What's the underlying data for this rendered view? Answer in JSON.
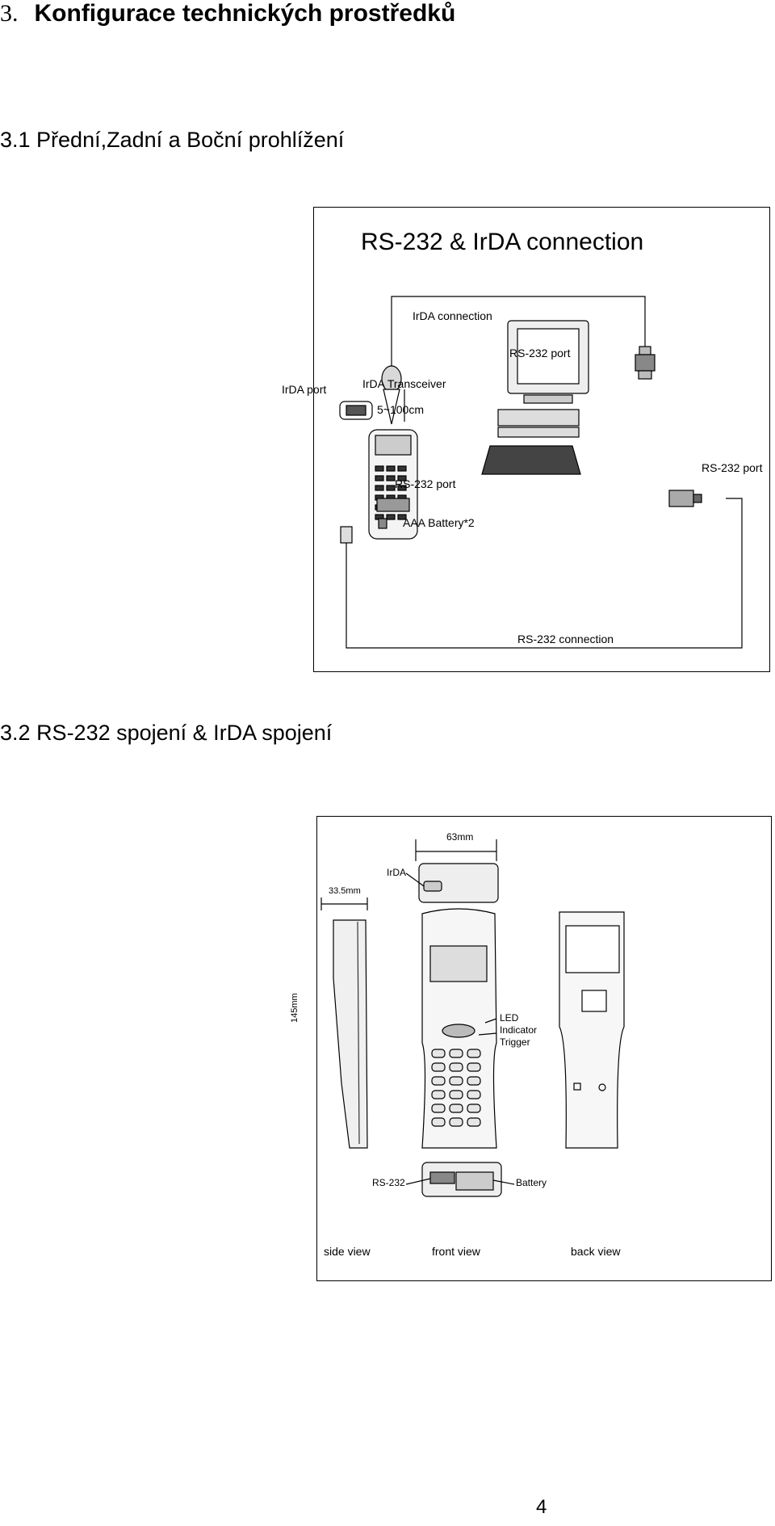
{
  "section": {
    "number": "3.",
    "title": "Konfigurace technických prostředků"
  },
  "subsection1": {
    "title": "3.1 Přední,Zadní a Boční prohlížení"
  },
  "figure1": {
    "title": "RS-232 & IrDA connection",
    "irda_connection": "IrDA connection",
    "rs232_port_top": "RS-232 port",
    "irda_port": "IrDA port",
    "irda_transceiver": "IrDA Transceiver",
    "distance": "5~100cm",
    "rs232_port_device": "RS-232 port",
    "rs232_port_pc": "RS-232 port",
    "battery": "AAA Battery*2",
    "rs232_connection": "RS-232 connection"
  },
  "subsection2": {
    "number": "3.2",
    "title": "RS-232 spojení & IrDA spojení"
  },
  "figure2": {
    "width_dim": "63mm",
    "irda": "IrDA",
    "depth_dim": "33.5mm",
    "height_dim": "145mm",
    "led": "LED",
    "indicator": "Indicator",
    "trigger": "Trigger",
    "rs232": "RS-232",
    "battery": "Battery",
    "side_view": "side view",
    "front_view": "front view",
    "back_view": "back view"
  },
  "page_number": "4"
}
